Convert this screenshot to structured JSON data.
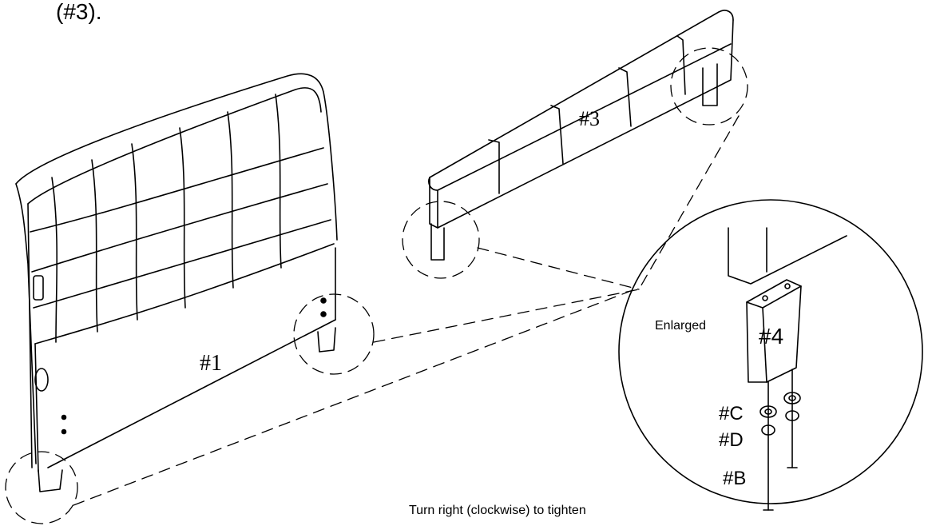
{
  "header": {
    "continued_text": "(#3)."
  },
  "parts": {
    "headboard": "#1",
    "footboard": "#3",
    "leg": "#4"
  },
  "hardware": {
    "flat_washer": "#C",
    "spring_washer": "#D",
    "bolt": "#B"
  },
  "labels": {
    "enlarged": "Enlarged",
    "instruction": "Turn right (clockwise) to tighten"
  }
}
